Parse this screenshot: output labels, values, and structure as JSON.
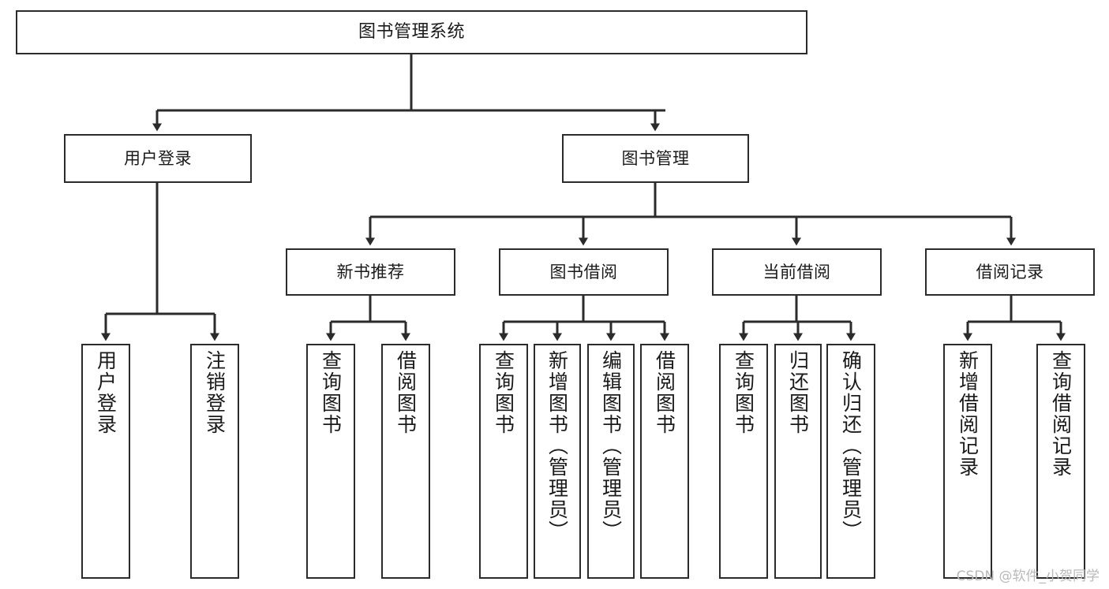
{
  "diagram": {
    "type": "tree-hierarchy-chart",
    "title": "图书管理系统",
    "watermark": "CSDN @软件_小贺同学",
    "colors": {
      "background": "#ffffff",
      "box_border": "#2b2b2b",
      "box_fill": "#ffffff",
      "text": "#1a1a1a",
      "connector": "#2b2b2b",
      "watermark": "#b9b9b9"
    },
    "root": {
      "label": "图书管理系统"
    },
    "level2": [
      {
        "label": "用户登录"
      },
      {
        "label": "图书管理"
      }
    ],
    "level3": [
      {
        "label": "新书推荐"
      },
      {
        "label": "图书借阅"
      },
      {
        "label": "当前借阅"
      },
      {
        "label": "借阅记录"
      }
    ],
    "leaves": {
      "user_login": [
        {
          "label": "用户登录"
        },
        {
          "label": "注销登录"
        }
      ],
      "new_book_recommend": [
        {
          "label": "查询图书"
        },
        {
          "label": "借阅图书"
        }
      ],
      "book_borrow": [
        {
          "label": "查询图书"
        },
        {
          "label": "新增图书（管理员）"
        },
        {
          "label": "编辑图书（管理员）"
        },
        {
          "label": "借阅图书"
        }
      ],
      "current_borrow": [
        {
          "label": "查询图书"
        },
        {
          "label": "归还图书"
        },
        {
          "label": "确认归还（管理员）"
        }
      ],
      "borrow_records": [
        {
          "label": "新增借阅记录"
        },
        {
          "label": "查询借阅记录"
        }
      ]
    }
  }
}
